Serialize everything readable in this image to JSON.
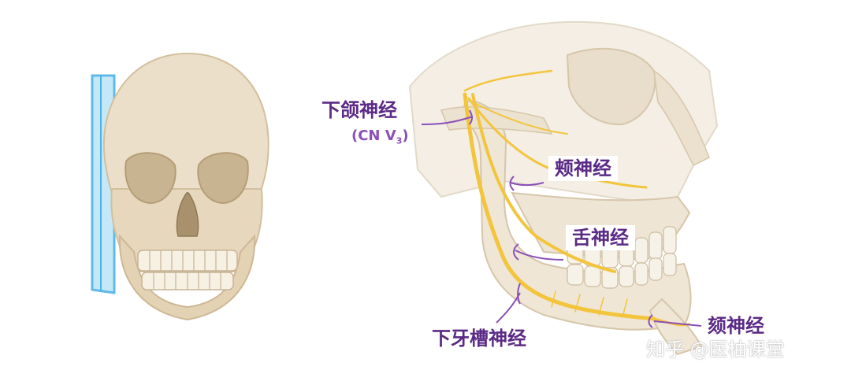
{
  "labels": {
    "mandibular": "下颌神经",
    "mandibular_code": "(CN V",
    "mandibular_sub": "3",
    "mandibular_close": ")",
    "buccal": "颊神经",
    "lingual": "舌神经",
    "inferior_alveolar": "下牙槽神经",
    "mental": "颏神经"
  },
  "watermark": "知乎 @医柚课堂",
  "colors": {
    "bone": "#ecdfc9",
    "bone_shadow": "#d6c3a3",
    "nerve": "#f2c53d",
    "label": "#5b2a86",
    "leader": "#8a4fb8",
    "plane": "#4db3e6"
  }
}
